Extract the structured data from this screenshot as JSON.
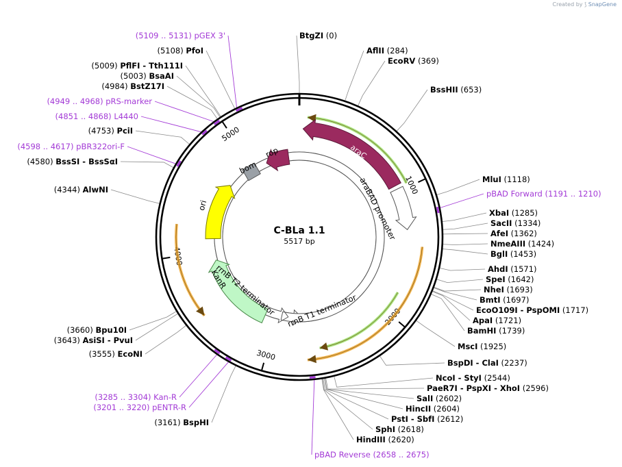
{
  "credit": {
    "prefix": "Created by",
    "brand": "SnapGene"
  },
  "plasmid": {
    "name": "C-BLa 1.1",
    "size": "5517 bp",
    "length": 5517
  },
  "ticks": [
    {
      "pos": 1000,
      "label": "1000"
    },
    {
      "pos": 2000,
      "label": "2000"
    },
    {
      "pos": 3000,
      "label": "3000"
    },
    {
      "pos": 4000,
      "label": "4000"
    },
    {
      "pos": 5000,
      "label": "5000"
    }
  ],
  "sites_right": [
    {
      "enz": [
        "BtgZI"
      ],
      "pos": 0,
      "label": "(0)"
    },
    {
      "enz": [
        "AflII"
      ],
      "pos": 284,
      "label": "(284)"
    },
    {
      "enz": [
        "EcoRV"
      ],
      "pos": 369,
      "label": "(369)"
    },
    {
      "enz": [
        "BssHII"
      ],
      "pos": 653,
      "label": "(653)"
    },
    {
      "enz": [
        "MluI"
      ],
      "pos": 1118,
      "label": "(1118)"
    },
    {
      "enz": [
        "XbaI"
      ],
      "pos": 1285,
      "label": "(1285)"
    },
    {
      "enz": [
        "SacII"
      ],
      "pos": 1334,
      "label": "(1334)"
    },
    {
      "enz": [
        "AfeI"
      ],
      "pos": 1362,
      "label": "(1362)"
    },
    {
      "enz": [
        "NmeAIII"
      ],
      "pos": 1424,
      "label": "(1424)"
    },
    {
      "enz": [
        "BglI"
      ],
      "pos": 1453,
      "label": "(1453)"
    },
    {
      "enz": [
        "AhdI"
      ],
      "pos": 1571,
      "label": "(1571)"
    },
    {
      "enz": [
        "SpeI"
      ],
      "pos": 1642,
      "label": "(1642)"
    },
    {
      "enz": [
        "NheI"
      ],
      "pos": 1693,
      "label": "(1693)"
    },
    {
      "enz": [
        "BmtI"
      ],
      "pos": 1697,
      "label": "(1697)"
    },
    {
      "enz": [
        "EcoO109I",
        "PspOMI"
      ],
      "pos": 1717,
      "label": "(1717)"
    },
    {
      "enz": [
        "ApaI"
      ],
      "pos": 1721,
      "label": "(1721)"
    },
    {
      "enz": [
        "BamHI"
      ],
      "pos": 1739,
      "label": "(1739)"
    },
    {
      "enz": [
        "MscI"
      ],
      "pos": 1925,
      "label": "(1925)"
    },
    {
      "enz": [
        "BspDI",
        "ClaI"
      ],
      "pos": 2237,
      "label": "(2237)"
    },
    {
      "enz": [
        "NcoI",
        "StyI"
      ],
      "pos": 2544,
      "label": "(2544)"
    },
    {
      "enz": [
        "PaeR7I",
        "PspXI",
        "XhoI"
      ],
      "pos": 2596,
      "label": "(2596)"
    },
    {
      "enz": [
        "SalI"
      ],
      "pos": 2602,
      "label": "(2602)"
    },
    {
      "enz": [
        "HincII"
      ],
      "pos": 2604,
      "label": "(2604)"
    },
    {
      "enz": [
        "PstI",
        "SbfI"
      ],
      "pos": 2612,
      "label": "(2612)"
    },
    {
      "enz": [
        "SphI"
      ],
      "pos": 2618,
      "label": "(2618)"
    },
    {
      "enz": [
        "HindIII"
      ],
      "pos": 2620,
      "label": "(2620)"
    }
  ],
  "sites_left": [
    {
      "enz": [
        "PfoI"
      ],
      "pos": 5108,
      "label": "(5108)"
    },
    {
      "enz": [
        "PflFI",
        "Tth111I"
      ],
      "pos": 5009,
      "label": "(5009)"
    },
    {
      "enz": [
        "BsaAI"
      ],
      "pos": 5003,
      "label": "(5003)"
    },
    {
      "enz": [
        "BstZ17I"
      ],
      "pos": 4984,
      "label": "(4984)"
    },
    {
      "enz": [
        "PciI"
      ],
      "pos": 4753,
      "label": "(4753)"
    },
    {
      "enz": [
        "BssSI",
        "BssSαI"
      ],
      "pos": 4580,
      "label": "(4580)"
    },
    {
      "enz": [
        "AlwNI"
      ],
      "pos": 4344,
      "label": "(4344)"
    },
    {
      "enz": [
        "Bpu10I"
      ],
      "pos": 3660,
      "label": "(3660)"
    },
    {
      "enz": [
        "AsiSI",
        "PvuI"
      ],
      "pos": 3643,
      "label": "(3643)"
    },
    {
      "enz": [
        "EcoNI"
      ],
      "pos": 3555,
      "label": "(3555)"
    },
    {
      "enz": [
        "BspHI"
      ],
      "pos": 3161,
      "label": "(3161)"
    }
  ],
  "primers": [
    {
      "name": "pGEX 3'",
      "range": "(5109 .. 5131)",
      "start": 5109,
      "end": 5131
    },
    {
      "name": "pRS-marker",
      "range": "(4949 .. 4968)",
      "start": 4949,
      "end": 4968
    },
    {
      "name": "L4440",
      "range": "(4851 .. 4868)",
      "start": 4851,
      "end": 4868
    },
    {
      "name": "pBR322ori-F",
      "range": "(4598 .. 4617)",
      "start": 4598,
      "end": 4617
    },
    {
      "name": "pBAD Forward",
      "range": "(1191 .. 1210)",
      "start": 1191,
      "end": 1210
    },
    {
      "name": "Kan-R",
      "range": "(3285 .. 3304)",
      "start": 3285,
      "end": 3304
    },
    {
      "name": "pENTR-R",
      "range": "(3201 .. 3220)",
      "start": 3201,
      "end": 3220
    },
    {
      "name": "pBAD Reverse",
      "range": "(2658 .. 2675)",
      "start": 2658,
      "end": 2675
    }
  ],
  "features": [
    {
      "name": "araC",
      "color": "#9b2a5f"
    },
    {
      "name": "araBAD promoter",
      "color": "#ffffff"
    },
    {
      "name": "rrnB T1 terminator",
      "color": "#ffffff"
    },
    {
      "name": "rrnB T2 terminator",
      "color": "#ffffff"
    },
    {
      "name": "KanR",
      "color": "#bff7c6"
    },
    {
      "name": "ori",
      "color": "#ffff00"
    },
    {
      "name": "bom",
      "color": "#9aa0a6"
    },
    {
      "name": "rop",
      "color": "#9b2a5f"
    }
  ],
  "colors": {
    "primer": "#a33ad6",
    "orf_orange": "#f0a830",
    "orf_green": "#5fb82a",
    "backbone": "#000000"
  }
}
